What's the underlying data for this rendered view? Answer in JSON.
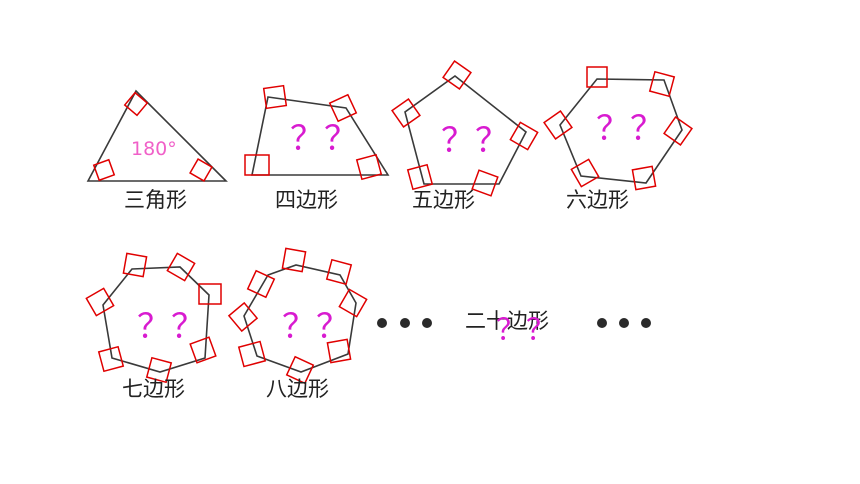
{
  "colors": {
    "polygon_stroke": "#3a3a3a",
    "angle_marker": "#e00000",
    "question_marks": "#d81bd0",
    "angle_value": "#f060c8"
  },
  "shapes": [
    {
      "id": "triangle",
      "label": "三角形",
      "annotation": "180°"
    },
    {
      "id": "quadrilateral",
      "label": "四边形",
      "annotation": "？？"
    },
    {
      "id": "pentagon",
      "label": "五边形",
      "annotation": "？？"
    },
    {
      "id": "hexagon",
      "label": "六边形",
      "annotation": "？？"
    },
    {
      "id": "heptagon",
      "label": "七边形",
      "annotation": "？？"
    },
    {
      "id": "octagon",
      "label": "八边形",
      "annotation": "？？"
    }
  ],
  "continuation": {
    "ellipsis_left": "●●●",
    "icosagon_label": "二十边形",
    "icosagon_annotation": "？？",
    "ellipsis_right": "●●●"
  }
}
